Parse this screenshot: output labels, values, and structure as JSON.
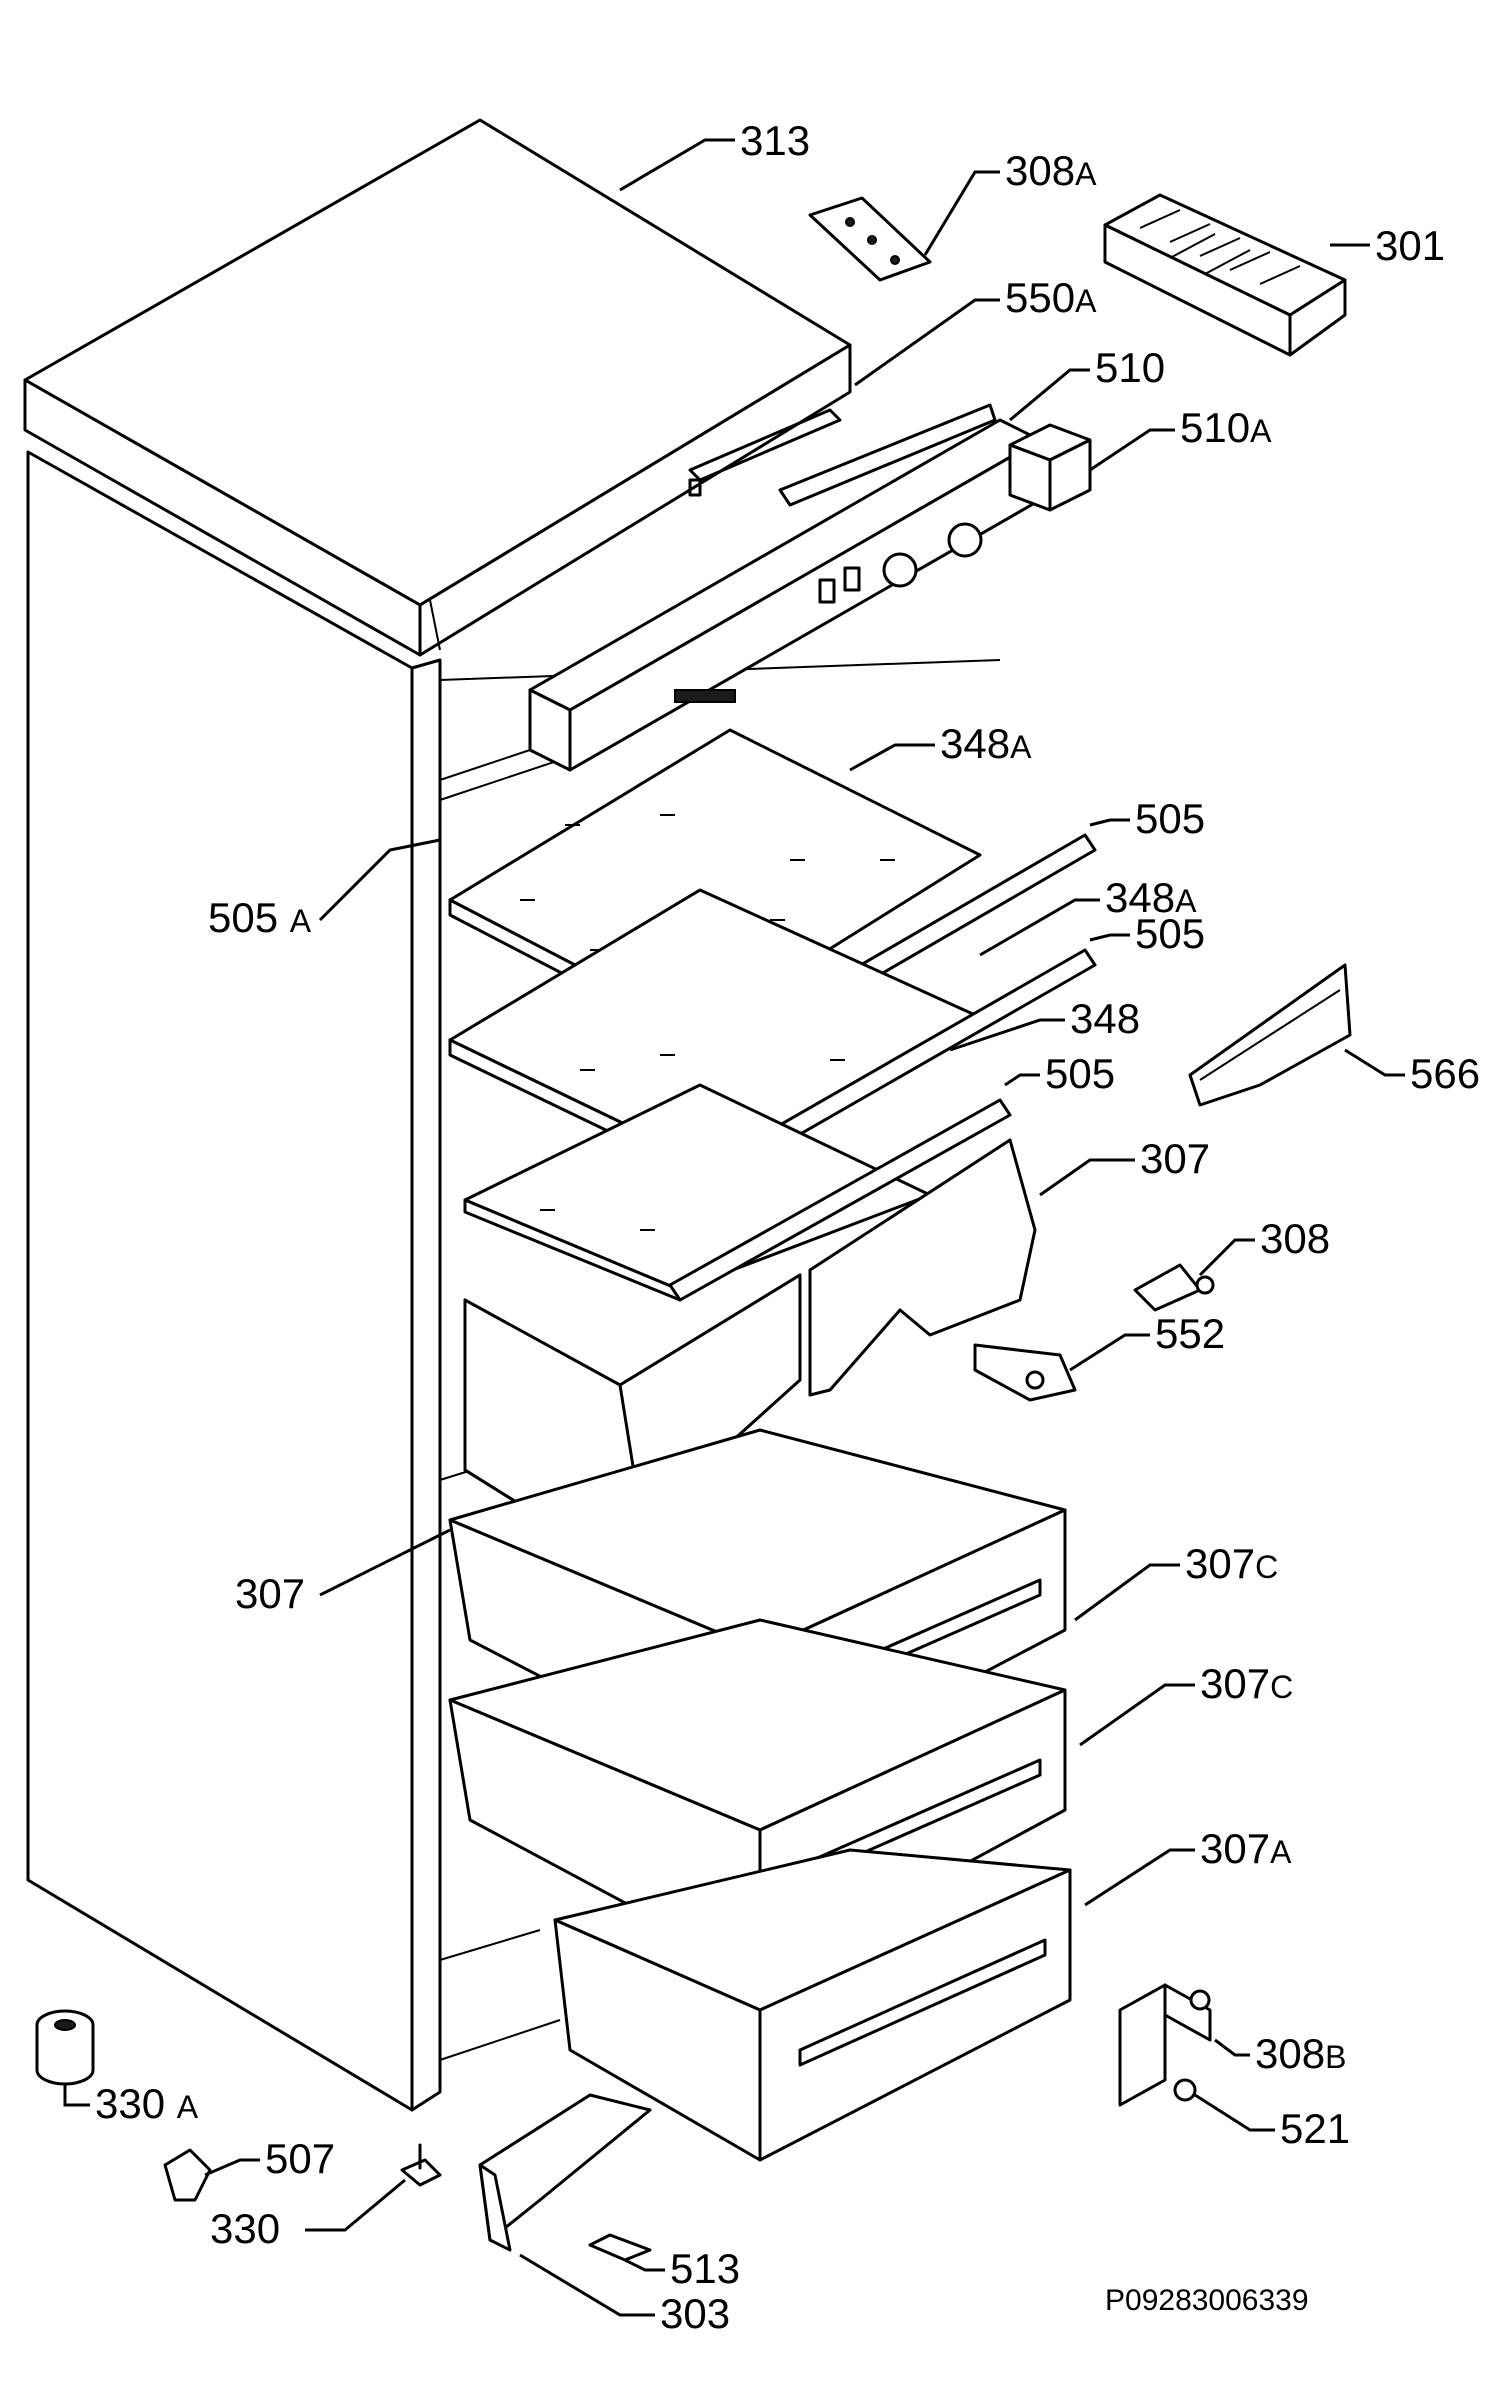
{
  "drawing_ref": "P09283006339",
  "callouts": [
    {
      "id": "313",
      "num": "313",
      "suf": ""
    },
    {
      "id": "308a",
      "num": "308",
      "suf": "A"
    },
    {
      "id": "301",
      "num": "301",
      "suf": ""
    },
    {
      "id": "550a",
      "num": "550",
      "suf": "A"
    },
    {
      "id": "510",
      "num": "510",
      "suf": ""
    },
    {
      "id": "510a",
      "num": "510",
      "suf": "A"
    },
    {
      "id": "348a-1",
      "num": "348",
      "suf": "A"
    },
    {
      "id": "505-1",
      "num": "505",
      "suf": ""
    },
    {
      "id": "505a",
      "num": "505 ",
      "suf": "A"
    },
    {
      "id": "348a-2",
      "num": "348",
      "suf": "A"
    },
    {
      "id": "505-2",
      "num": "505",
      "suf": ""
    },
    {
      "id": "348",
      "num": "348",
      "suf": ""
    },
    {
      "id": "566",
      "num": "566",
      "suf": ""
    },
    {
      "id": "505-3",
      "num": "505",
      "suf": ""
    },
    {
      "id": "307-1",
      "num": "307",
      "suf": ""
    },
    {
      "id": "308",
      "num": "308",
      "suf": ""
    },
    {
      "id": "552",
      "num": "552",
      "suf": ""
    },
    {
      "id": "307-2",
      "num": "307",
      "suf": ""
    },
    {
      "id": "307c-1",
      "num": "307",
      "suf": "C"
    },
    {
      "id": "307c-2",
      "num": "307",
      "suf": "C"
    },
    {
      "id": "307a",
      "num": "307",
      "suf": "A"
    },
    {
      "id": "308b",
      "num": "308",
      "suf": "B"
    },
    {
      "id": "330a",
      "num": "330 ",
      "suf": "A"
    },
    {
      "id": "507",
      "num": "507",
      "suf": ""
    },
    {
      "id": "521",
      "num": "521",
      "suf": ""
    },
    {
      "id": "330",
      "num": "330",
      "suf": ""
    },
    {
      "id": "513",
      "num": "513",
      "suf": ""
    },
    {
      "id": "303",
      "num": "303",
      "suf": ""
    }
  ]
}
